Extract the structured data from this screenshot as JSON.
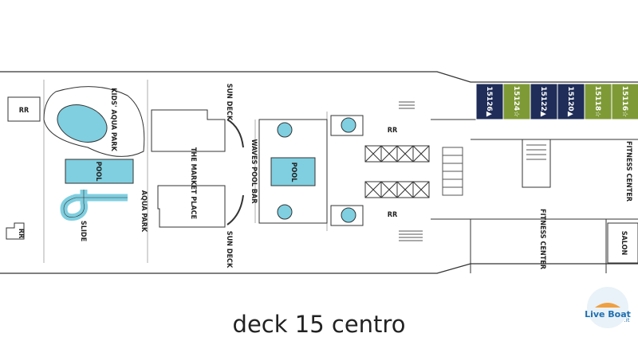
{
  "caption": "deck 15 centro",
  "labels": {
    "rr_left_top": "RR",
    "rr_left_bottom": "RR",
    "rr_mid_top": "RR",
    "rr_mid_bottom": "RR",
    "kids_aqua_park": "KIDS' AQUA PARK",
    "pool_left": "POOL",
    "pool_center": "POOL",
    "aqua_park": "AQUA PARK",
    "slide": "SLIDE",
    "market_place": "THE MARKET PLACE",
    "sun_deck_top": "SUN DECK",
    "sun_deck_bottom": "SUN DECK",
    "waves_pool_bar": "WAVES POOL BAR",
    "fitness_center_top": "FITNESS CENTER",
    "fitness_center_bottom": "FITNESS CENTER",
    "salon": "SALON"
  },
  "cabins": [
    {
      "number": "15126",
      "mark": "▲",
      "color": "#1f2d58"
    },
    {
      "number": "15124",
      "mark": "☆",
      "color": "#7e9a37"
    },
    {
      "number": "15122",
      "mark": "▲",
      "color": "#1f2d58"
    },
    {
      "number": "15120",
      "mark": "▲",
      "color": "#1f2d58"
    },
    {
      "number": "15118",
      "mark": "☆",
      "color": "#7e9a37"
    },
    {
      "number": "15116",
      "mark": "☆",
      "color": "#7e9a37"
    }
  ],
  "logo": {
    "text": "Live Boat",
    "suffix": ".it"
  },
  "colors": {
    "pool": "#7fcfe0",
    "navy": "#1f2d58",
    "green": "#7e9a37",
    "line": "#333333"
  }
}
